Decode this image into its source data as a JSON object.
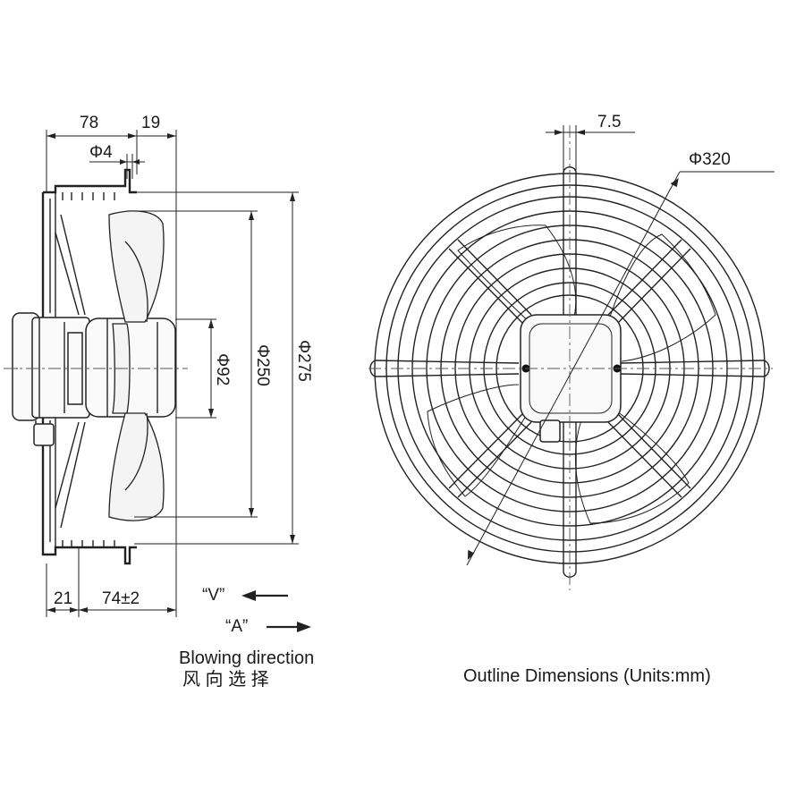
{
  "dimensions": {
    "depth_78": "78",
    "depth_19": "19",
    "shaft_phi4": "Φ4",
    "bottom_21": "21",
    "bottom_74": "74±2",
    "phi92": "Φ92",
    "phi250": "Φ250",
    "phi275": "Φ275",
    "offset_7_5": "7.5",
    "phi320": "Φ320"
  },
  "direction": {
    "v_label": "“V”",
    "a_label": "“A”",
    "caption_en": "Blowing direction",
    "caption_cn": "风 向 选 择"
  },
  "caption": "Outline Dimensions (Units:mm)"
}
